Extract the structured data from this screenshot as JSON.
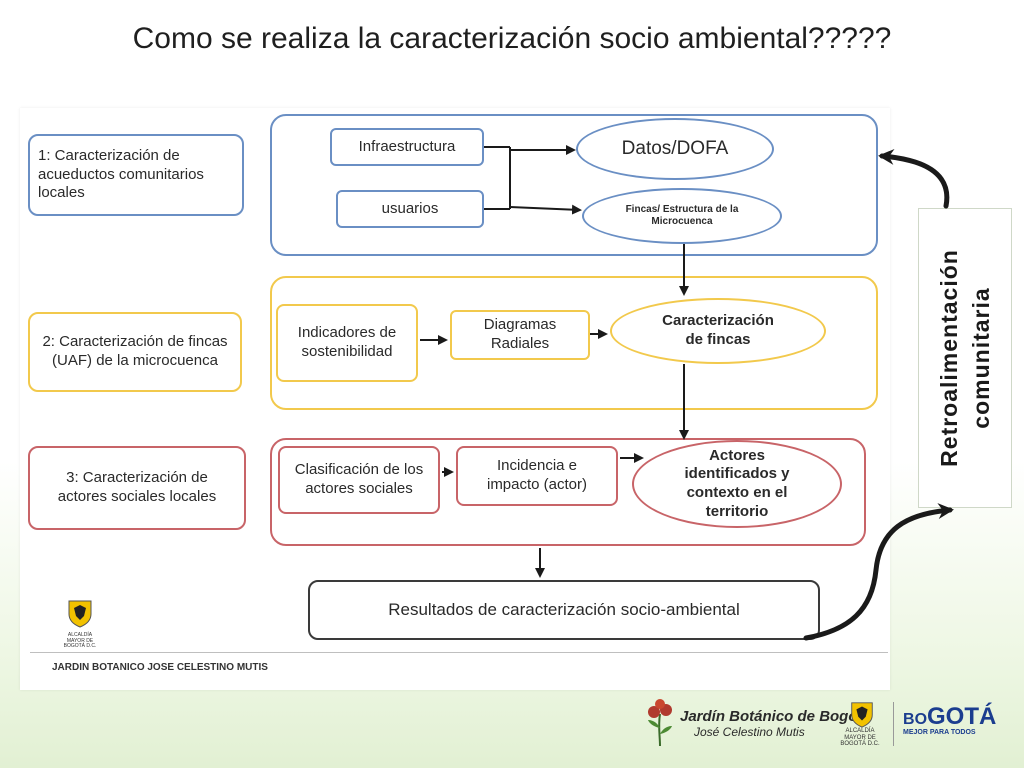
{
  "title": "Como se realiza la caracterización socio ambiental?????",
  "steps": {
    "s1": "1: Caracterización de acueductos comunitarios locales",
    "s2": "2: Caracterización de fincas (UAF) de la microcuenca",
    "s3": "3: Caracterización de actores sociales locales"
  },
  "nodes": {
    "infraestructura": "Infraestructura",
    "usuarios": "usuarios",
    "datos_dofa": "Datos/DOFA",
    "fincas_estructura": "Fincas/ Estructura de la Microcuenca",
    "indicadores": "Indicadores de sostenibilidad",
    "diagramas": "Diagramas Radiales",
    "caracterizacion_fincas": "Caracterización de fincas",
    "clasificacion": "Clasificación de los actores sociales",
    "incidencia": "Incidencia e impacto (actor)",
    "actores": "Actores identificados y contexto en el territorio",
    "resultados": "Resultados de caracterización socio-ambiental"
  },
  "side_label": {
    "line1": "Retroalimentación",
    "line2": "comunitaria"
  },
  "footer": {
    "institution": "JARDIN BOTANICO JOSE CELESTINO MUTIS",
    "alcaldia_small": "ALCALDÍA MAYOR DE BOGOTÁ D.C.",
    "jardin_main": "Jardín Botánico de Bogotá",
    "jardin_sub": "José Celestino Mutis",
    "alcaldia": "ALCALDÍA MAYOR DE BOGOTÁ D.C.",
    "bogota_b": "B",
    "bogota_o": "O",
    "bogota_rest": "GOTÁ",
    "bogota_tagline": "MEJOR PARA TODOS"
  },
  "colors": {
    "step1": "#6a8fc4",
    "step2": "#f2c94c",
    "step3": "#c86468",
    "results": "#3a3a3a",
    "brand_blue": "#1b3d8f"
  }
}
